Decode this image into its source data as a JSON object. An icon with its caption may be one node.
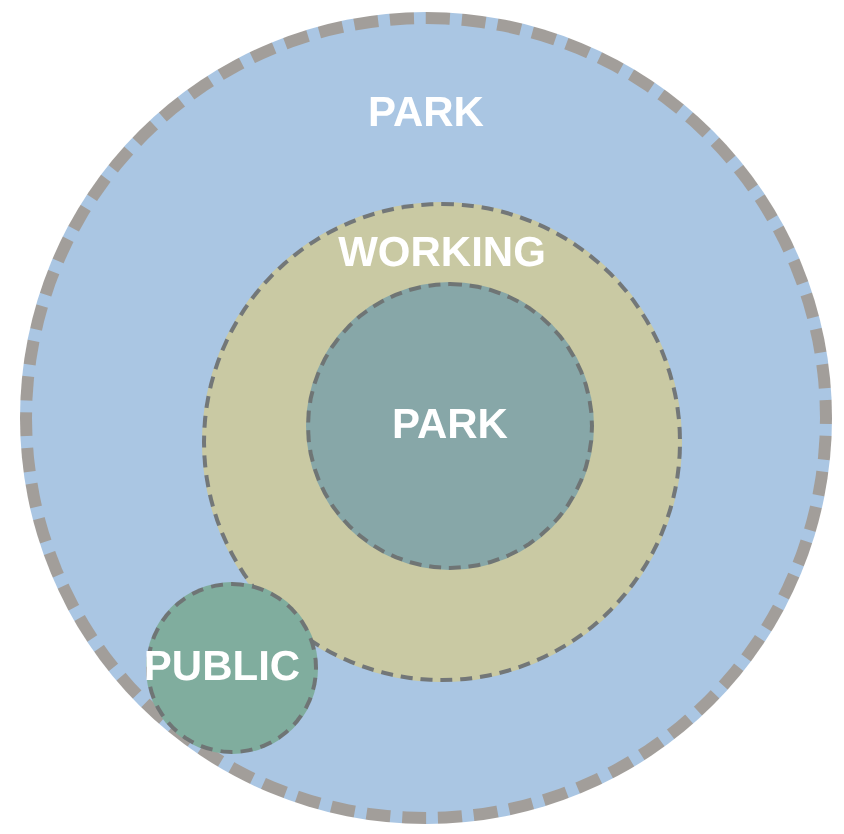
{
  "diagram": {
    "nodes": [
      {
        "text": [
          "PARK"
        ]
      },
      {
        "text": [
          "WORKING"
        ],
        "in": 0
      },
      {
        "text": [
          "PARK"
        ],
        "in": 1
      },
      {
        "text": [
          "PUBLIC"
        ],
        "in": 0
      }
    ]
  }
}
